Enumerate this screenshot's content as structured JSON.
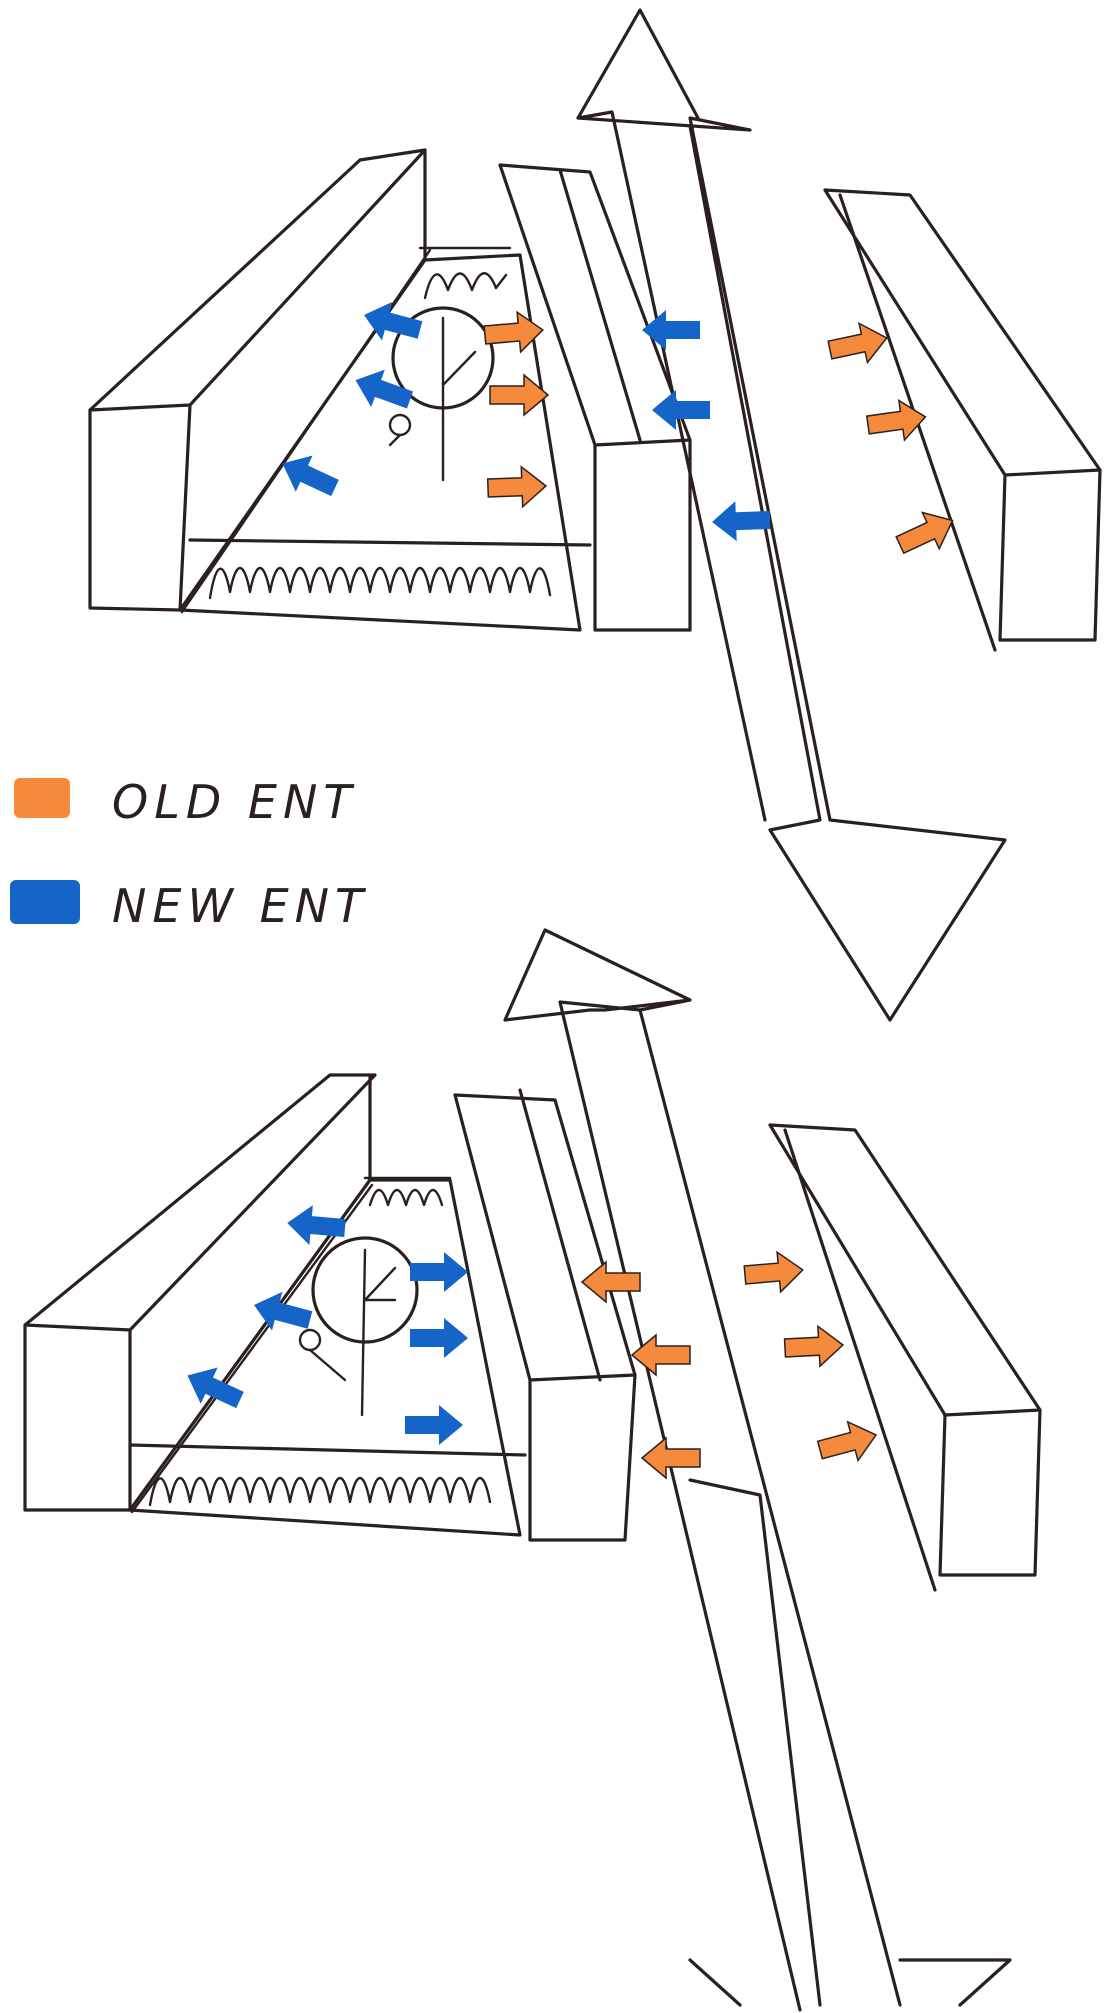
{
  "colors": {
    "ink": "#2a211e",
    "old_entrance": "#f58a3c",
    "new_entrance": "#1565c8",
    "paper": "#ffffff"
  },
  "legend": [
    {
      "label": "OLD ENT",
      "color_key": "old_entrance",
      "swatch_color": "#f58a3c"
    },
    {
      "label": "NEW ENT",
      "color_key": "new_entrance",
      "swatch_color": "#1565c8"
    }
  ],
  "icons": {
    "circulation_arrow": "double-headed-arrow-icon",
    "clock": "clock-icon",
    "stairs": "stairs-icon"
  }
}
